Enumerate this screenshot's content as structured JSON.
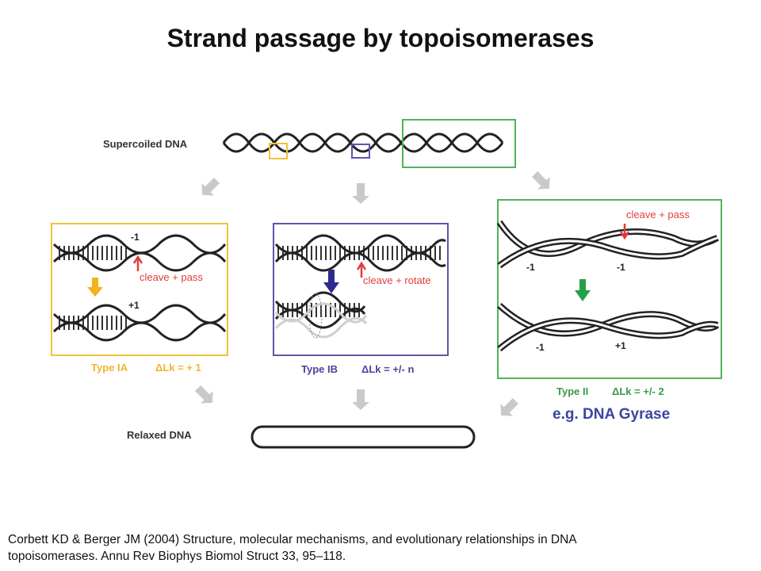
{
  "title": "Strand passage by topoisomerases",
  "labels": {
    "supercoiled": "Supercoiled DNA",
    "relaxed": "Relaxed DNA"
  },
  "panels": {
    "type_ia": {
      "name": "Type IA",
      "dlk": "ΔLk = + 1",
      "action": "cleave + pass",
      "top_num": "-1",
      "bottom_num": "+1",
      "color": "#f0c239",
      "arrow_color": "#f2b21c"
    },
    "type_ib": {
      "name": "Type IB",
      "dlk": "ΔLk = +/- n",
      "action": "cleave + rotate",
      "color": "#5c56a8",
      "arrow_color": "#2c2a8c"
    },
    "type_ii": {
      "name": "Type II",
      "dlk": "ΔLk = +/- 2",
      "action": "cleave + pass",
      "top_left": "-1",
      "top_right": "-1",
      "bottom_left": "-1",
      "bottom_right": "+1",
      "color": "#4fb359",
      "arrow_color": "#25a048"
    }
  },
  "example": "e.g. DNA Gyrase",
  "citation": "Corbett KD & Berger JM (2004) Structure, molecular mechanisms, and evolutionary relationships in DNA topoisomerases. Annu Rev Biophys Biomol Struct 33, 95–118."
}
